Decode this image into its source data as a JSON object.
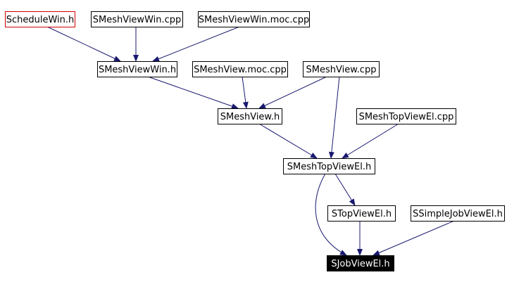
{
  "diagram": {
    "colors": {
      "edge": "#191970",
      "node_border": "#000000",
      "highlight_border": "#d00000",
      "selected_fill": "#000000",
      "selected_text": "#ffffff",
      "normal_fill": "#ffffff",
      "normal_text": "#000000"
    },
    "nodes": [
      {
        "id": "schedulewin_h",
        "label": "ScheduleWin.h",
        "style": "highlight"
      },
      {
        "id": "smeshviewwin_cpp",
        "label": "SMeshViewWin.cpp",
        "style": "normal"
      },
      {
        "id": "smeshviewwin_moc_cpp",
        "label": "SMeshViewWin.moc.cpp",
        "style": "normal"
      },
      {
        "id": "smeshviewwin_h",
        "label": "SMeshViewWin.h",
        "style": "normal"
      },
      {
        "id": "smeshview_moc_cpp",
        "label": "SMeshView.moc.cpp",
        "style": "normal"
      },
      {
        "id": "smeshview_cpp",
        "label": "SMeshView.cpp",
        "style": "normal"
      },
      {
        "id": "smeshview_h",
        "label": "SMeshView.h",
        "style": "normal"
      },
      {
        "id": "smeshtopviewel_cpp",
        "label": "SMeshTopViewEl.cpp",
        "style": "normal"
      },
      {
        "id": "smeshtopviewel_h",
        "label": "SMeshTopViewEl.h",
        "style": "normal"
      },
      {
        "id": "stopviewel_h",
        "label": "STopViewEl.h",
        "style": "normal"
      },
      {
        "id": "ssimplejobviewel_h",
        "label": "SSimpleJobViewEl.h",
        "style": "normal"
      },
      {
        "id": "sjobviewel_h",
        "label": "SJobViewEl.h",
        "style": "selected"
      }
    ],
    "edges": [
      {
        "from": "schedulewin_h",
        "to": "smeshviewwin_h"
      },
      {
        "from": "smeshviewwin_cpp",
        "to": "smeshviewwin_h"
      },
      {
        "from": "smeshviewwin_moc_cpp",
        "to": "smeshviewwin_h"
      },
      {
        "from": "smeshviewwin_h",
        "to": "smeshview_h"
      },
      {
        "from": "smeshview_moc_cpp",
        "to": "smeshview_h"
      },
      {
        "from": "smeshview_cpp",
        "to": "smeshview_h"
      },
      {
        "from": "smeshview_cpp",
        "to": "smeshtopviewel_h"
      },
      {
        "from": "smeshview_h",
        "to": "smeshtopviewel_h"
      },
      {
        "from": "smeshtopviewel_cpp",
        "to": "smeshtopviewel_h"
      },
      {
        "from": "smeshtopviewel_h",
        "to": "stopviewel_h"
      },
      {
        "from": "smeshtopviewel_h",
        "to": "sjobviewel_h"
      },
      {
        "from": "stopviewel_h",
        "to": "sjobviewel_h"
      },
      {
        "from": "ssimplejobviewel_h",
        "to": "sjobviewel_h"
      }
    ]
  }
}
